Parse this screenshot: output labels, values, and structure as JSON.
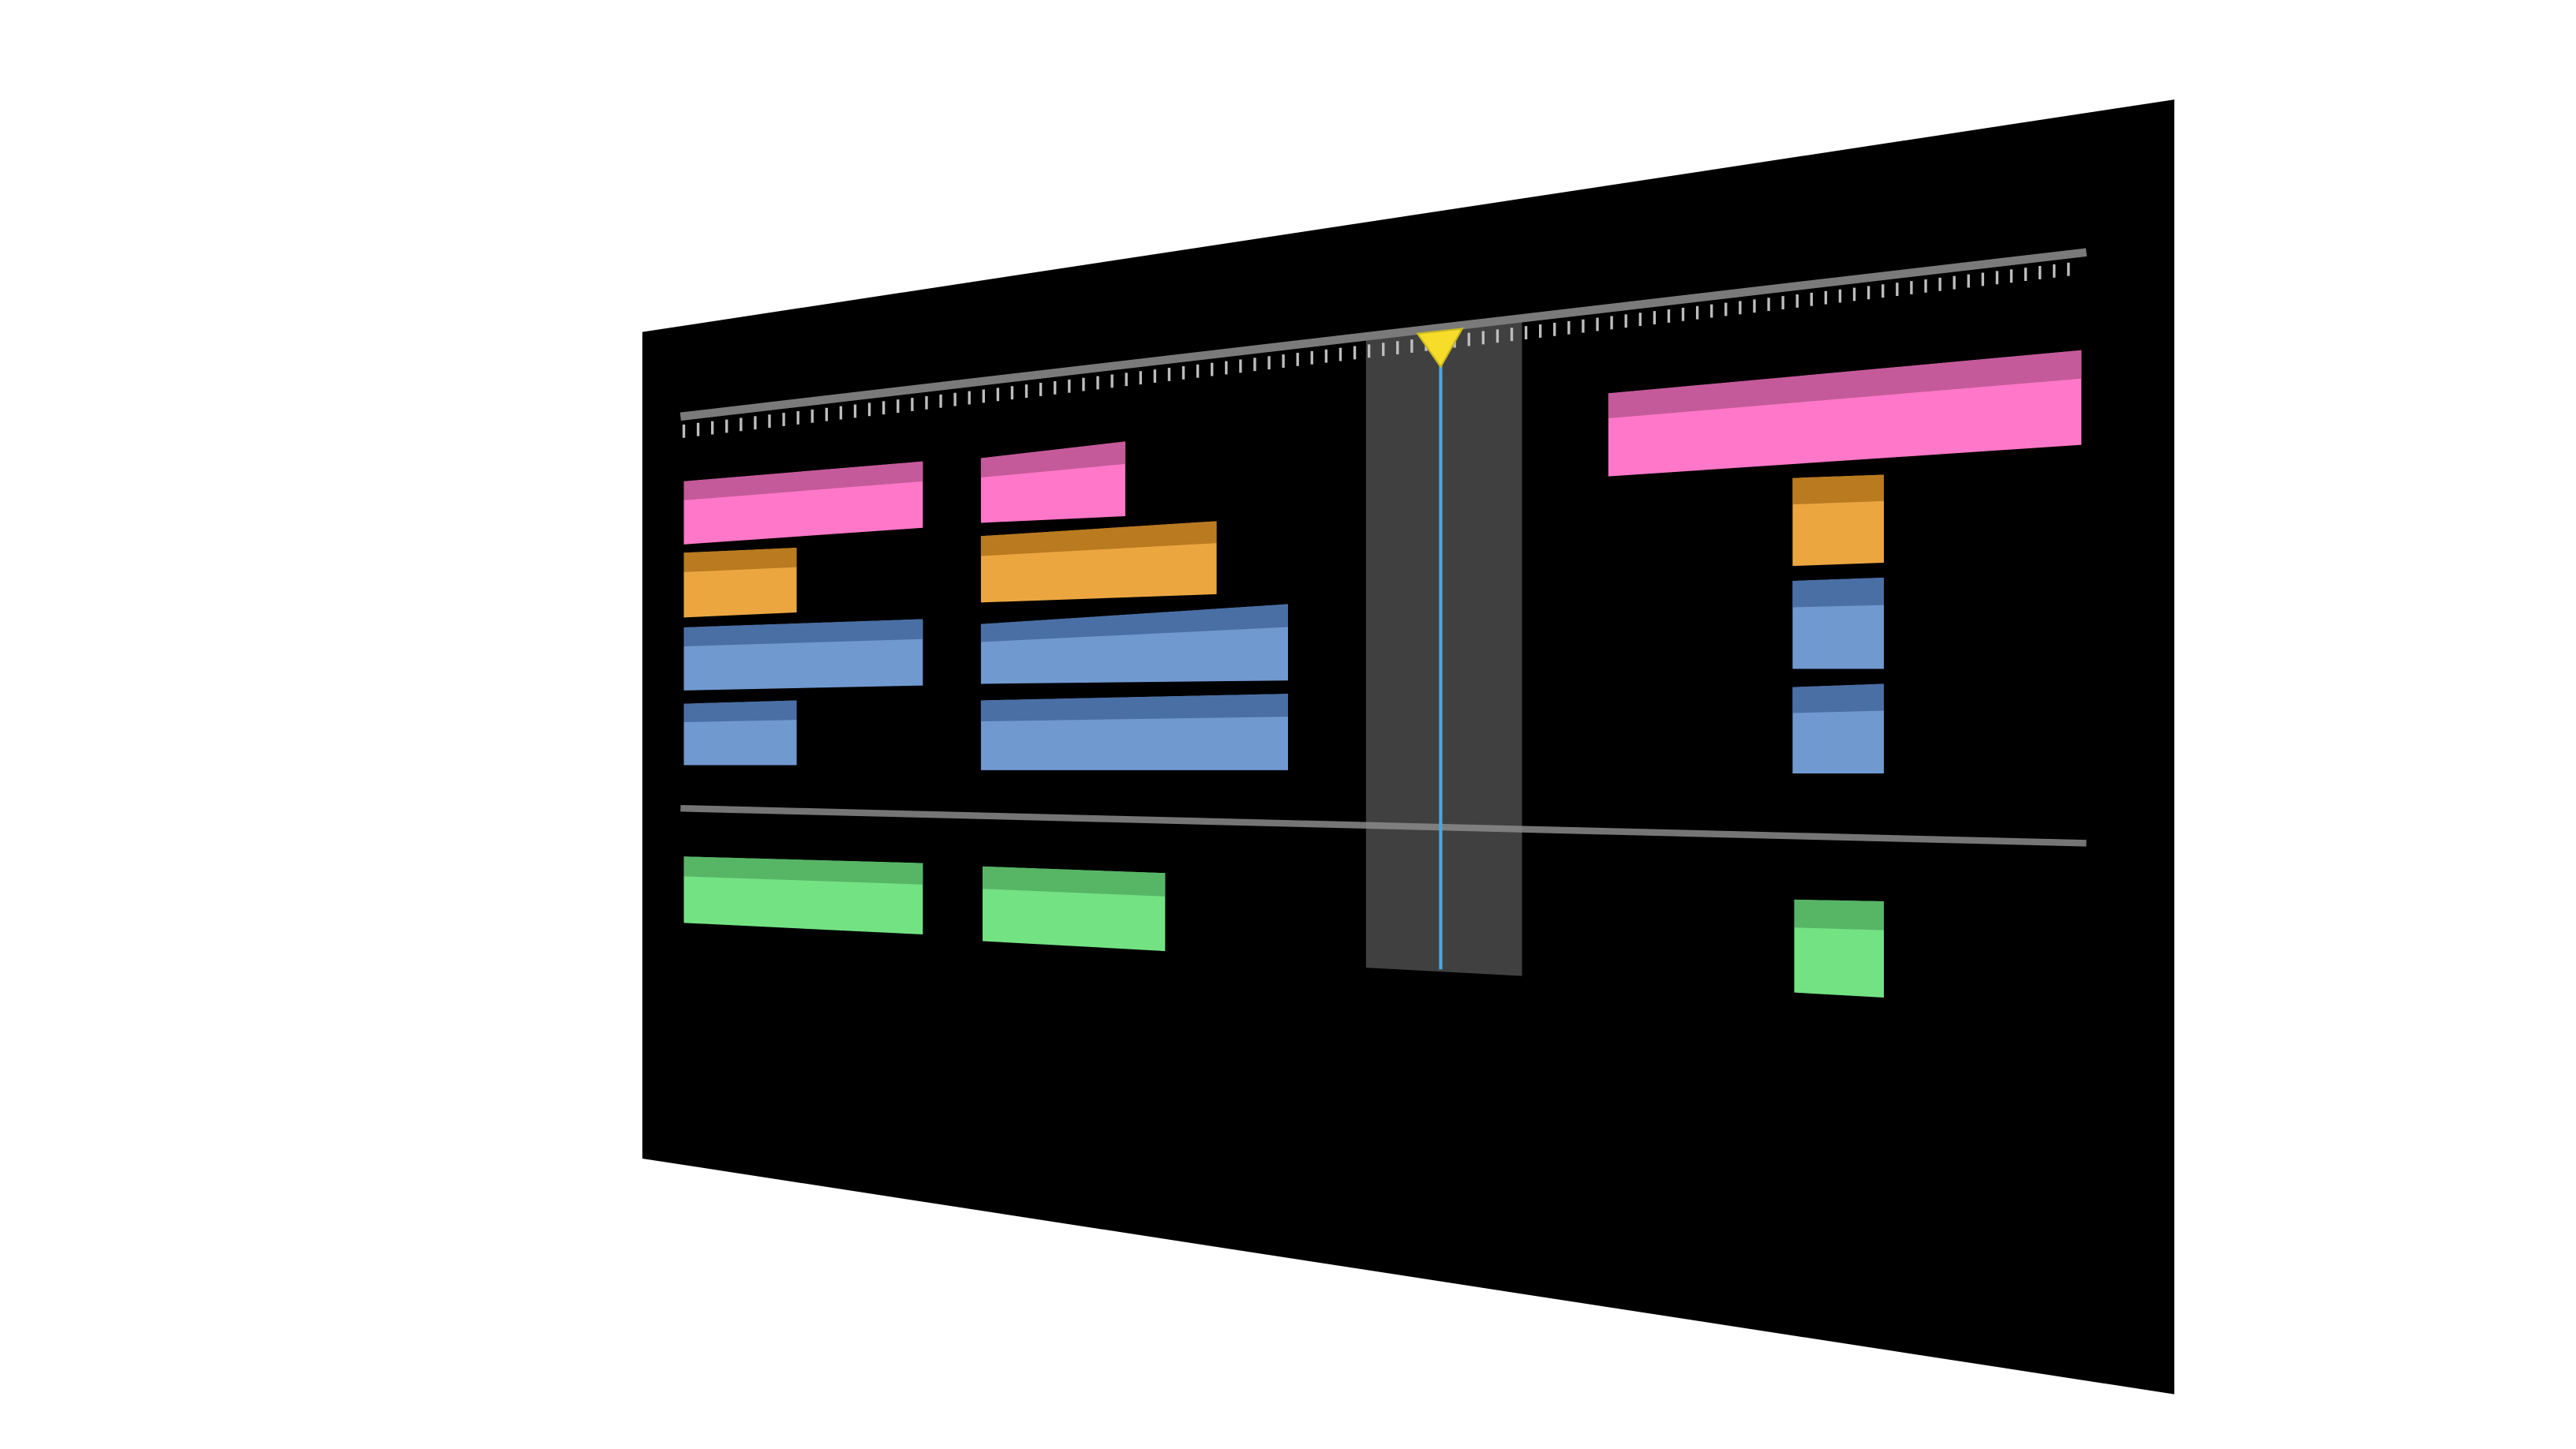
{
  "timeline": {
    "tracks": [
      "pink",
      "orange",
      "blue",
      "blue",
      "green"
    ],
    "colors": {
      "panel": "#000000",
      "ruler": "#7a7a7a",
      "tick": "#bdbdbd",
      "selection": "#404040",
      "playhead_line": "#4aa8e0",
      "playhead_handle": "#f7dc2a",
      "pink": "#ff77c8",
      "pink_header": "#c45a9a",
      "orange": "#eca640",
      "orange_header": "#b97a20",
      "blue": "#7099d0",
      "blue_header": "#4a6fa5",
      "green": "#73e283",
      "green_header": "#57b566"
    }
  }
}
